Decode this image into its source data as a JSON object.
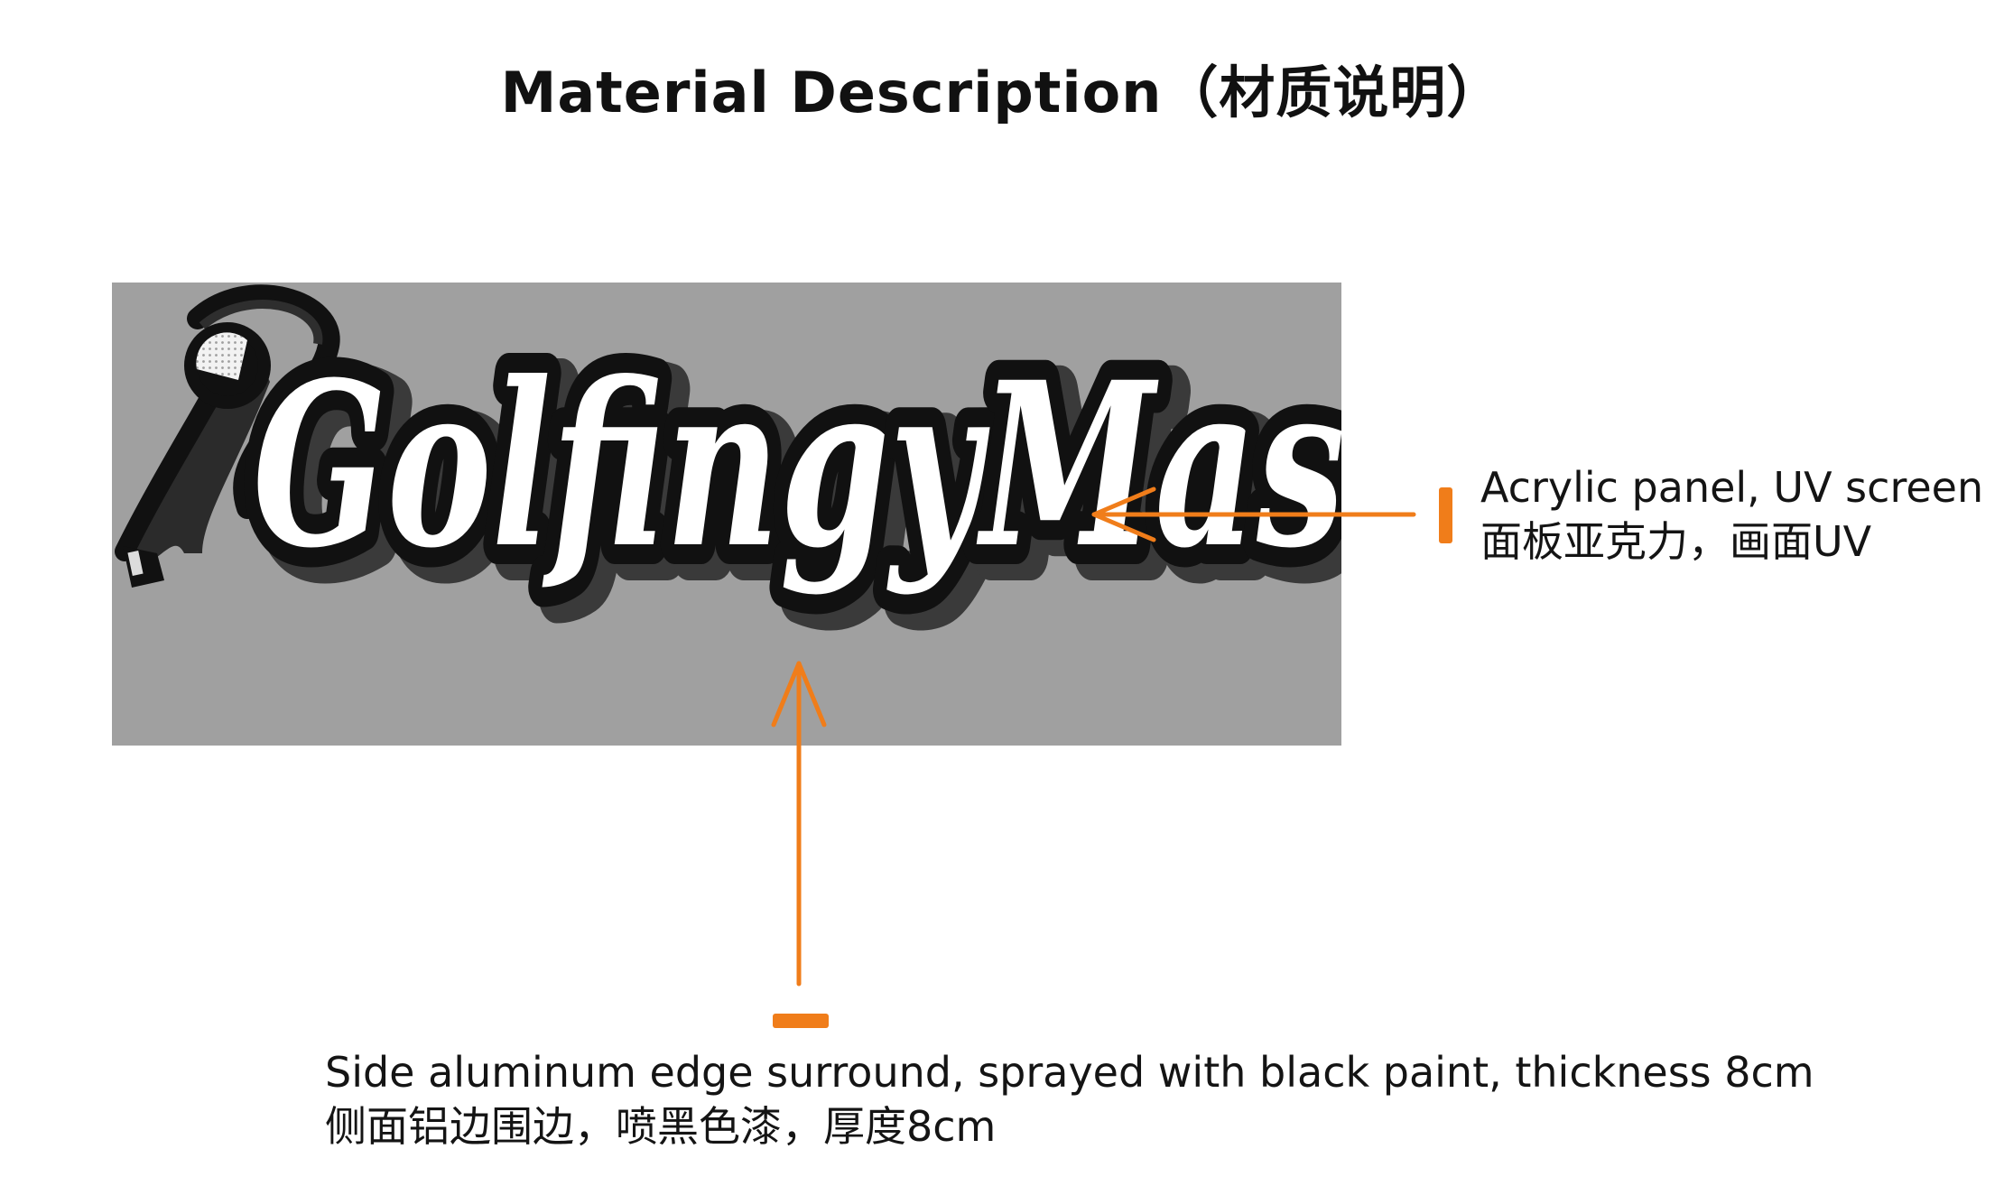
{
  "document": {
    "title": "Material Description（材质说明）"
  },
  "sign": {
    "logo_text": "GolfingyMas",
    "colors": {
      "background": "#a0a0a0",
      "face": "#ffffff",
      "edge": "#111111",
      "shadow": "#3a3a3a",
      "callout": "#f07d1a"
    }
  },
  "annotations": {
    "acrylic_panel": {
      "en": "Acrylic panel, UV screen",
      "zh": "面板亚克力，画面UV"
    },
    "side_edge": {
      "en": "Side aluminum edge surround, sprayed with black paint, thickness 8cm",
      "zh": "侧面铝边围边，喷黑色漆，厚度8cm"
    }
  },
  "icons": {
    "club": "golf-club-icon",
    "ball": "golf-ball-icon"
  }
}
